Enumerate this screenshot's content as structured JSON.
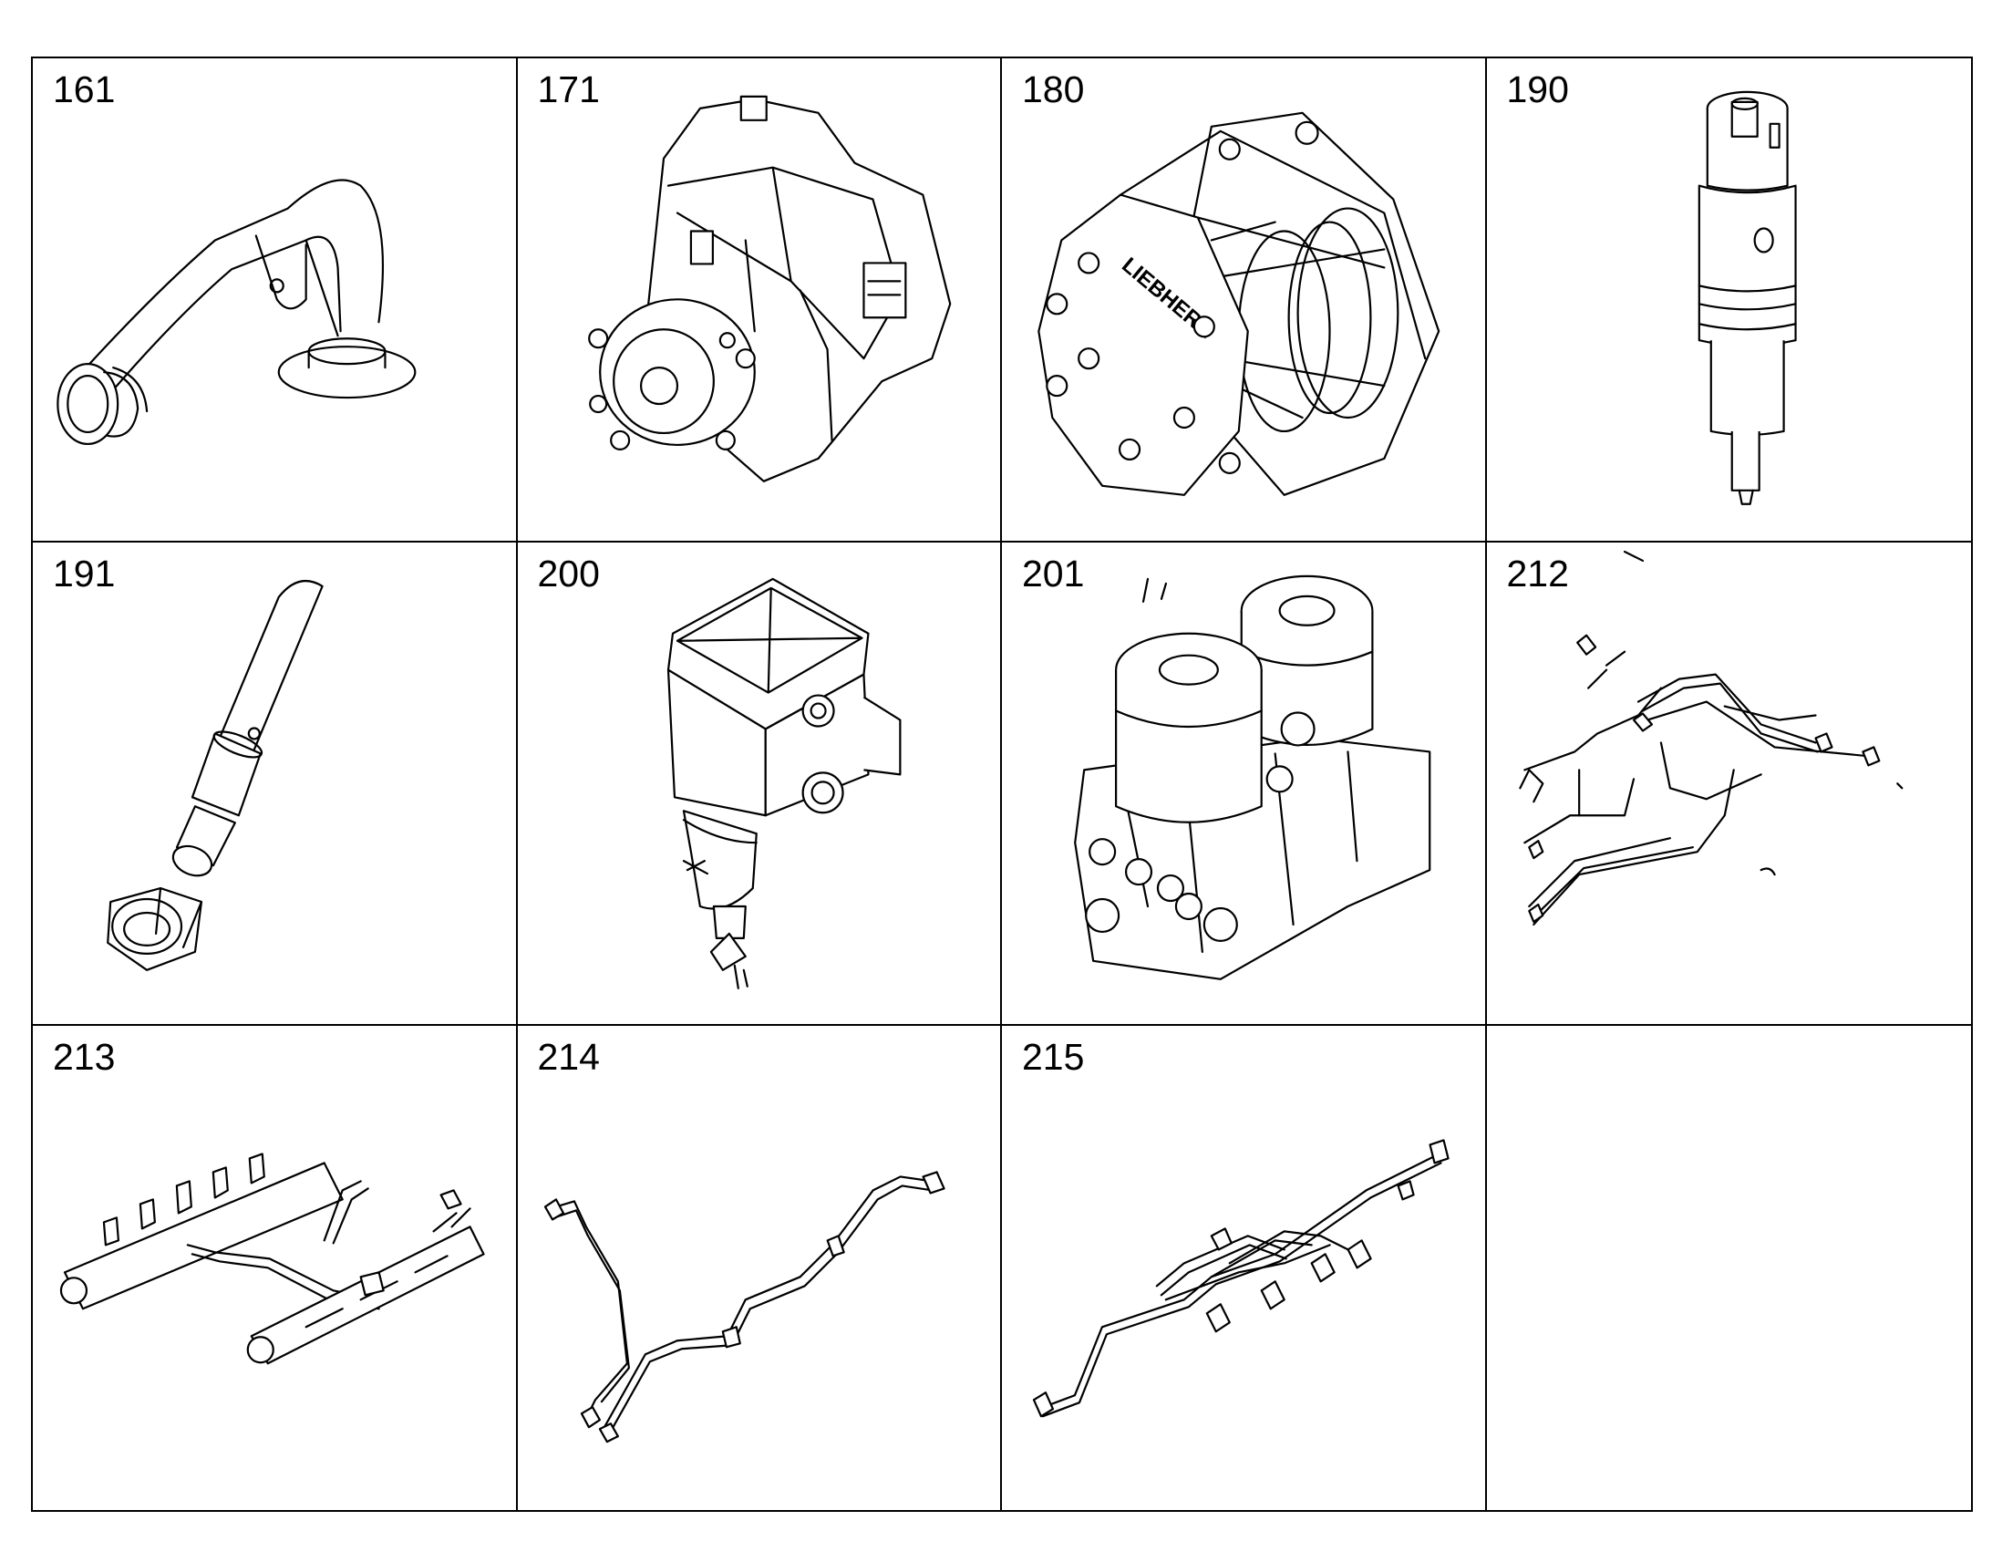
{
  "parts": [
    {
      "number": "161",
      "icon": "pipe-elbow-icon"
    },
    {
      "number": "171",
      "icon": "high-pressure-pump-icon"
    },
    {
      "number": "180",
      "icon": "clutch-compressor-icon"
    },
    {
      "number": "190",
      "icon": "injector-icon"
    },
    {
      "number": "191",
      "icon": "pressure-pipe-fitting-icon"
    },
    {
      "number": "200",
      "icon": "prefilter-water-separator-icon"
    },
    {
      "number": "201",
      "icon": "double-fuel-filter-icon"
    },
    {
      "number": "212",
      "icon": "fuel-lines-bundle-icon"
    },
    {
      "number": "213",
      "icon": "common-rail-assembly-icon"
    },
    {
      "number": "214",
      "icon": "fuel-line-icon"
    },
    {
      "number": "215",
      "icon": "injection-lines-icon"
    },
    {
      "number": "",
      "icon": ""
    }
  ],
  "logo_text": "LIEBHERR",
  "colors": {
    "line": "#000000",
    "background": "#ffffff"
  }
}
